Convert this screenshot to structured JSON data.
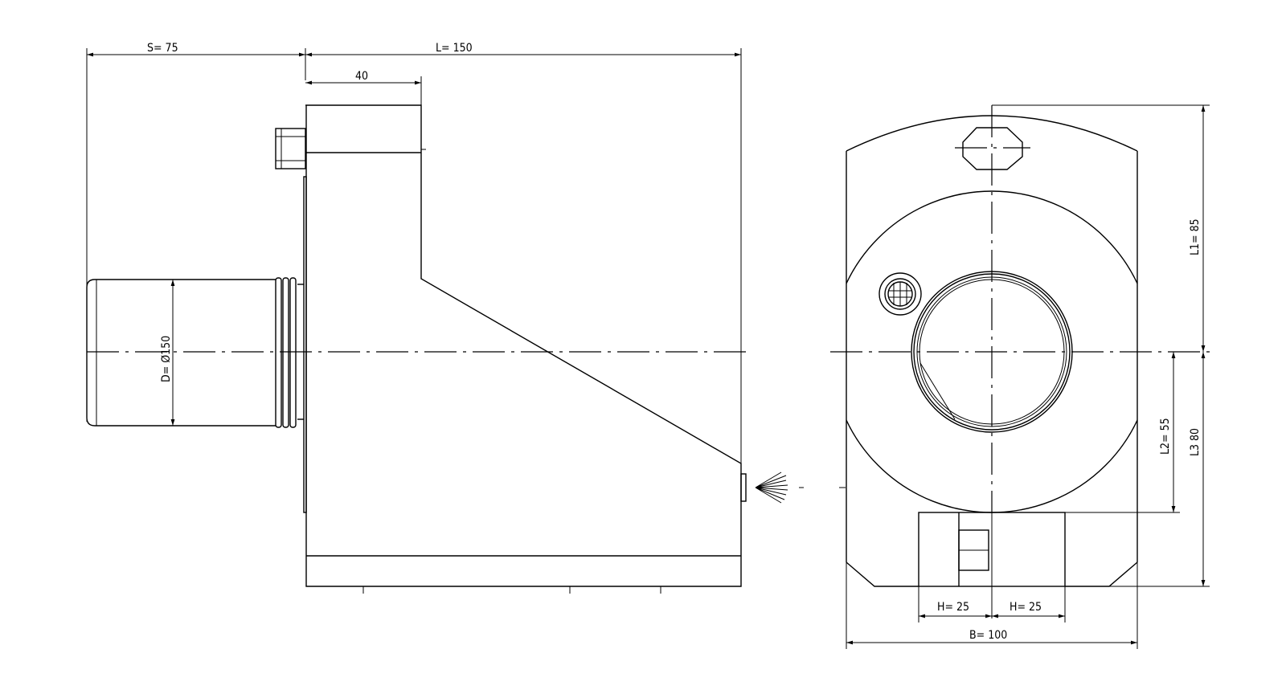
{
  "dimensions": {
    "s": "S= 75",
    "l": "L= 150",
    "block_width": "40",
    "d": "D= Ø150",
    "l1": "L1= 85",
    "l2": "L2= 55",
    "l3": "L3 80",
    "h_left": "H= 25",
    "h_right": "H= 25",
    "b": "B= 100"
  },
  "colors": {
    "line": "#000000",
    "background": "#ffffff"
  }
}
